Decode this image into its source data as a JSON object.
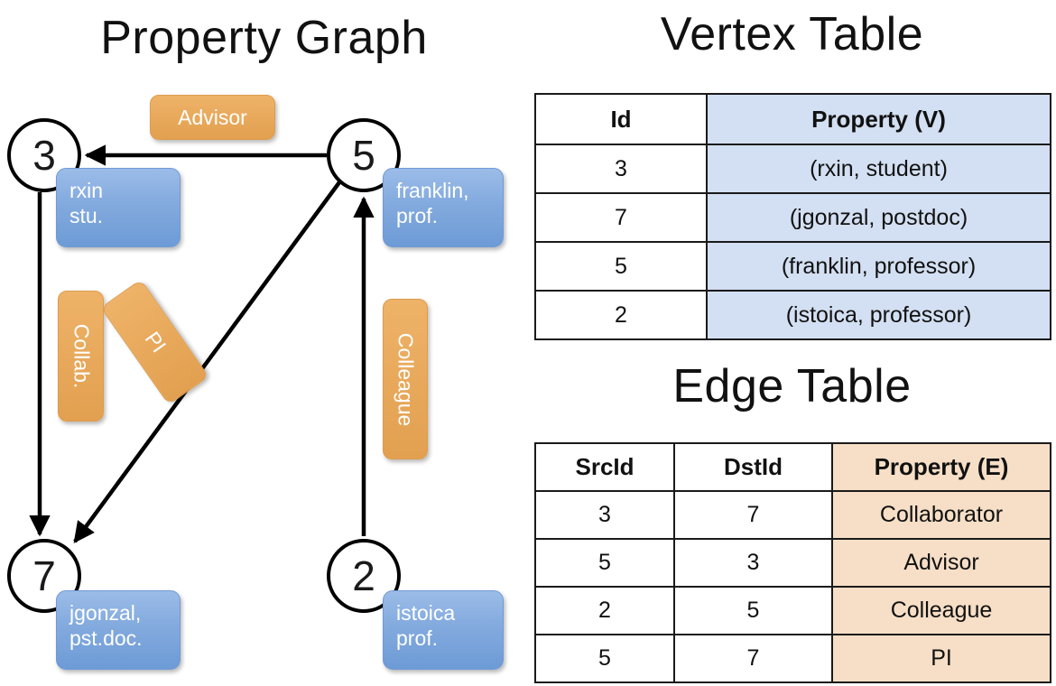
{
  "titles": {
    "property_graph": "Property Graph",
    "vertex_table": "Vertex Table",
    "edge_table": "Edge Table"
  },
  "graph": {
    "vertices": [
      {
        "id": "3",
        "property_box": "rxin\nstu."
      },
      {
        "id": "5",
        "property_box": "franklin,\nprof."
      },
      {
        "id": "7",
        "property_box": "jgonzal,\npst.doc."
      },
      {
        "id": "2",
        "property_box": "istoica\nprof."
      }
    ],
    "vertex_labels": {
      "v3": "3",
      "v5": "5",
      "v7": "7",
      "v2": "2"
    },
    "property_boxes": {
      "rxin_line1": "rxin",
      "rxin_line2": "stu.",
      "franklin_line1": "franklin,",
      "franklin_line2": "prof.",
      "jgonzal_line1": "jgonzal,",
      "jgonzal_line2": "pst.doc.",
      "istoica_line1": "istoica",
      "istoica_line2": "prof."
    },
    "edge_labels": {
      "advisor": "Advisor",
      "collab": "Collab.",
      "pi": "PI",
      "colleague": "Colleague"
    },
    "edges": [
      {
        "src": "5",
        "dst": "3",
        "label": "Advisor"
      },
      {
        "src": "3",
        "dst": "7",
        "label": "Collab."
      },
      {
        "src": "5",
        "dst": "7",
        "label": "PI"
      },
      {
        "src": "2",
        "dst": "5",
        "label": "Colleague"
      }
    ]
  },
  "vertex_table": {
    "headers": [
      "Id",
      "Property (V)"
    ],
    "rows": [
      {
        "id": "3",
        "property": "(rxin, student)"
      },
      {
        "id": "7",
        "property": "(jgonzal, postdoc)"
      },
      {
        "id": "5",
        "property": "(franklin, professor)"
      },
      {
        "id": "2",
        "property": "(istoica, professor)"
      }
    ]
  },
  "edge_table": {
    "headers": [
      "SrcId",
      "DstId",
      "Property (E)"
    ],
    "rows": [
      {
        "src": "3",
        "dst": "7",
        "property": "Collaborator"
      },
      {
        "src": "5",
        "dst": "3",
        "property": "Advisor"
      },
      {
        "src": "2",
        "dst": "5",
        "property": "Colleague"
      },
      {
        "src": "5",
        "dst": "7",
        "property": "PI"
      }
    ]
  },
  "colors": {
    "vertex_property_fill": "#d3dff2",
    "edge_property_fill": "#f6dfc6",
    "node_box_blue": "#83aade",
    "edge_label_orange": "#e8a95c",
    "stroke": "#1a1a1a"
  }
}
